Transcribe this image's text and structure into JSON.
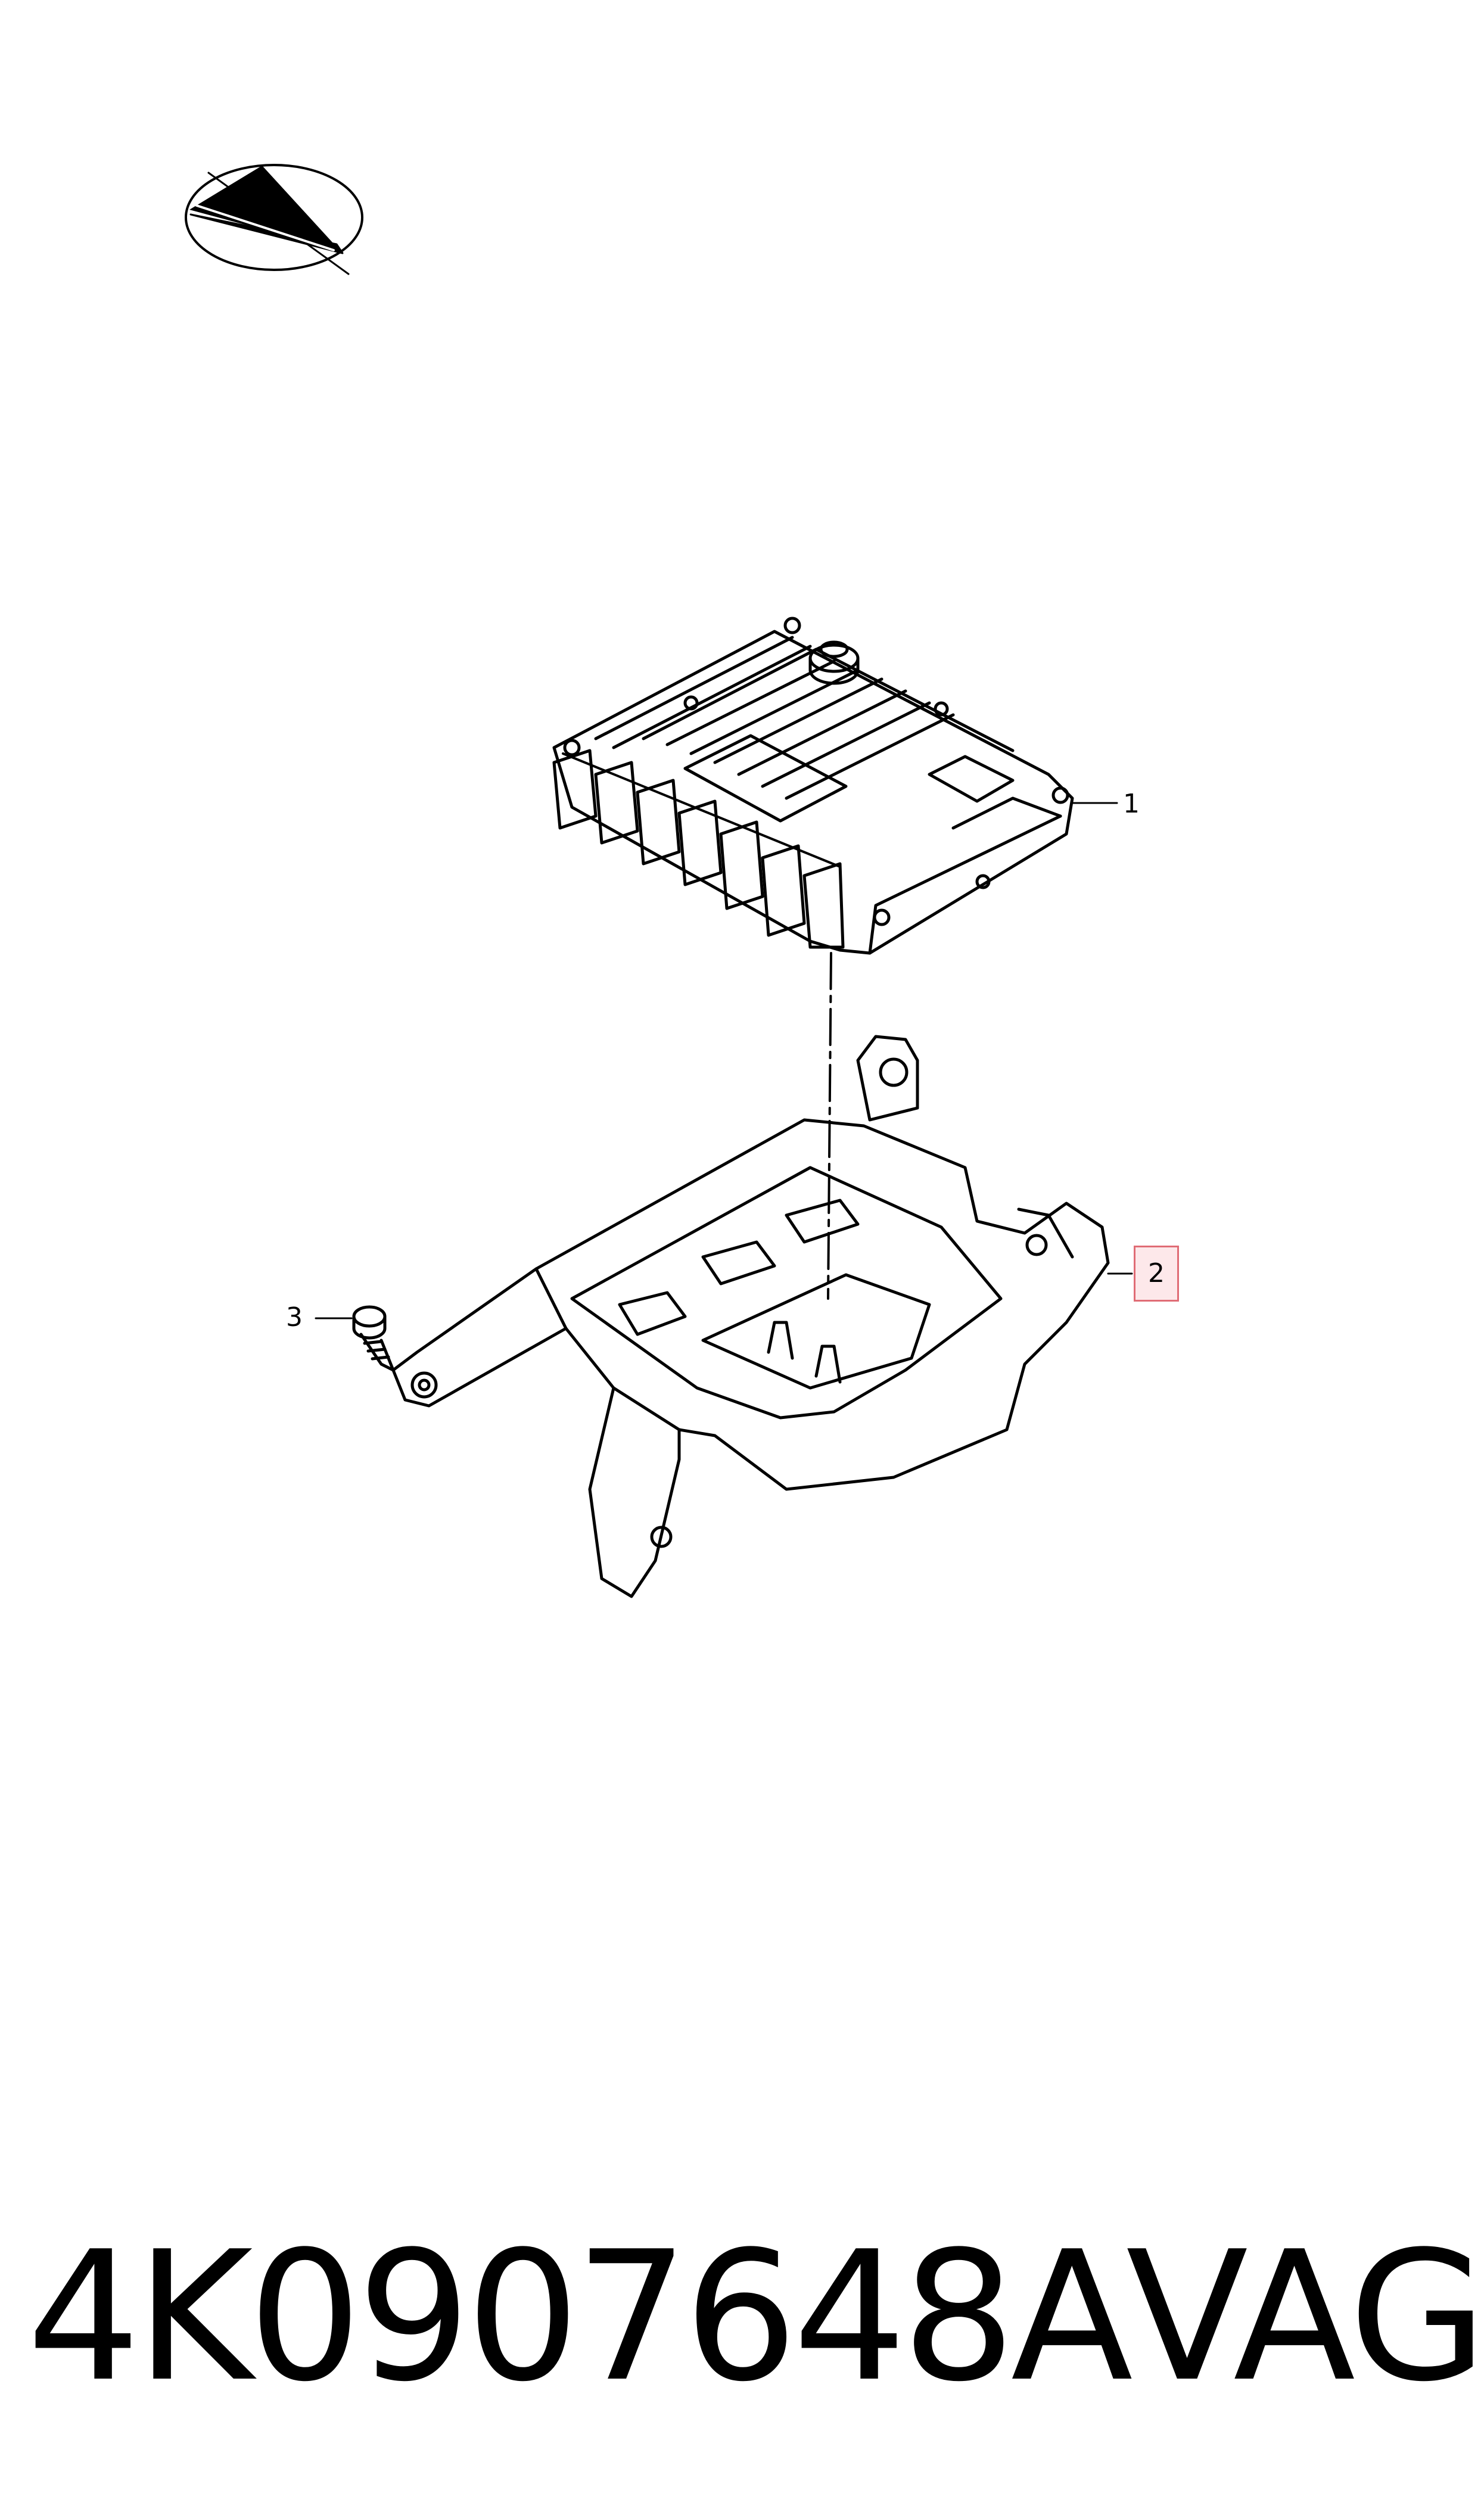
{
  "diagram": {
    "callouts": [
      {
        "id": "1",
        "label": "1"
      },
      {
        "id": "2",
        "label": "2",
        "highlighted": true
      },
      {
        "id": "3",
        "label": "3"
      }
    ],
    "highlight_color": "#e06c75",
    "highlight_fill": "#fde8ea"
  },
  "footer": {
    "part_number": "4K0907648A",
    "brand": "VAG"
  }
}
